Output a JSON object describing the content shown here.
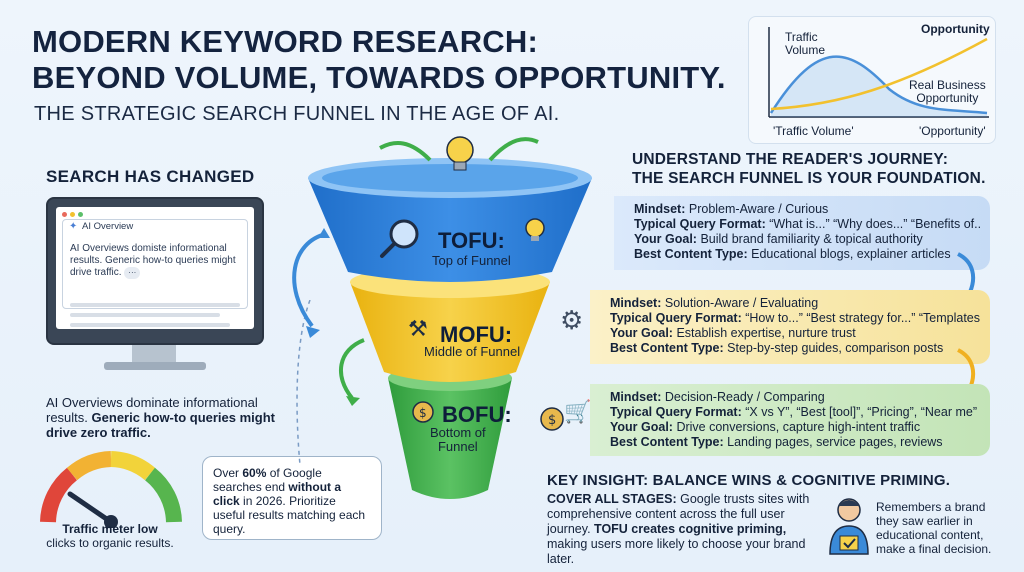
{
  "title": {
    "line1": "MODERN KEYWORD RESEARCH:",
    "line2": "BEYOND VOLUME, TOWARDS OPPORTUNITY.",
    "subtitle": "THE STRATEGIC SEARCH FUNNEL IN THE AGE OF AI."
  },
  "mini_chart": {
    "label_traffic_volume_line1": "Traffic",
    "label_traffic_volume_line2": "Volume",
    "label_opportunity": "Opportunity",
    "label_real_business_line1": "Real Business",
    "label_real_business_line2": "Opportunity",
    "axis_left": "'Traffic Volume'",
    "axis_right": "'Opportunity'",
    "colors": {
      "traffic": "#4a90d9",
      "opportunity": "#f2c12e"
    }
  },
  "left": {
    "heading": "SEARCH HAS CHANGED",
    "overview_label": "AI Overview",
    "overview_text": "AI Overviews domiste informational results. Generic how-to queries might drive traffic.",
    "overview_more": "···",
    "caption_plain": "AI Overviews dominate informational results.",
    "caption_bold": "Generic how-to queries might drive zero traffic.",
    "gauge_caption_bold": "Traffic meter low",
    "gauge_caption": "clicks to organic results.",
    "gauge_level": 0.18
  },
  "bubble": {
    "part1": "Over ",
    "highlight1": "60%",
    "part2": " of Google searches end ",
    "highlight2": "without a click",
    "part3": " in 2026. Prioritize useful results matching each query."
  },
  "funnel": {
    "tofu": {
      "title": "TOFU:",
      "sub": "Top of Funnel",
      "color": "#2f7fd8"
    },
    "mofu": {
      "title": "MOFU:",
      "sub": "Middle of Funnel",
      "color": "#f1c21b"
    },
    "bofu": {
      "title": "BOFU:",
      "sub_line1": "Bottom of",
      "sub_line2": "Funnel",
      "color": "#3fae49"
    }
  },
  "journey": {
    "heading_line1": "UNDERSTAND THE READER'S JOURNEY:",
    "heading_line2": "THE SEARCH FUNNEL IS YOUR FOUNDATION."
  },
  "panels": {
    "tofu": {
      "mindset_label": "Mindset:",
      "mindset": " Problem-Aware / Curious",
      "query_label": "Typical Query Format:",
      "query": " “What is...” “Why does...” “Benefits of...”",
      "goal_label": "Your Goal:",
      "goal": " Build brand familiarity & topical authority",
      "content_label": "Best Content Type:",
      "content": " Educational blogs, explainer articles"
    },
    "mofu": {
      "mindset_label": "Mindset:",
      "mindset": " Solution-Aware / Evaluating",
      "query_label": "Typical Query Format:",
      "query": " “How to...” “Best strategy for...” “Templates”",
      "goal_label": "Your Goal:",
      "goal": " Establish expertise, nurture trust",
      "content_label": "Best Content Type:",
      "content": " Step-by-step guides, comparison posts"
    },
    "bofu": {
      "mindset_label": "Mindset:",
      "mindset": " Decision-Ready / Comparing",
      "query_label": "Typical Query Format:",
      "query": " “X vs Y”, “Best [tool]”, “Pricing”, “Near me”",
      "goal_label": "Your Goal:",
      "goal": " Drive conversions, capture high-intent traffic",
      "content_label": "Best Content Type:",
      "content": " Landing pages, service pages, reviews"
    }
  },
  "key_insight": {
    "heading": "KEY INSIGHT: BALANCE WINS & COGNITIVE PRIMING.",
    "cover_label": "COVER ALL STAGES:",
    "cover_text": " Google trusts sites with comprehensive content across the full user journey.",
    "tofu_label": "TOFU creates cognitive priming,",
    "tofu_text": " making users more likely to choose your brand later.",
    "note": "Remembers a brand they saw earlier in educational content, make a final decision."
  }
}
